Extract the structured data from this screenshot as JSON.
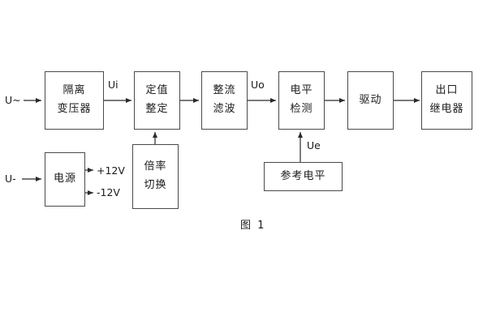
{
  "blocks": {
    "isolation_transformer": {
      "lines": [
        "隔离",
        "变压器"
      ]
    },
    "value_setting": {
      "lines": [
        "定值",
        "整定"
      ]
    },
    "rectify_filter": {
      "lines": [
        "整流",
        "滤波"
      ]
    },
    "level_detection": {
      "lines": [
        "电平",
        "检测"
      ]
    },
    "drive": {
      "lines": [
        "驱动"
      ]
    },
    "output_relay": {
      "lines": [
        "出口",
        "继电器"
      ]
    },
    "power_supply": {
      "lines": [
        "电源"
      ]
    },
    "ratio_switch": {
      "lines": [
        "倍率",
        "切换"
      ]
    },
    "reference_level": {
      "lines": [
        "参考电平"
      ]
    }
  },
  "signals": {
    "u_ac": "U~",
    "ui": "Ui",
    "uo": "Uo",
    "u_dc": "U-",
    "plus_12v": "+12V",
    "minus_12v": "-12V",
    "ue": "Ue"
  },
  "caption": "图 1",
  "colors": {
    "line": "#2a2a2a",
    "box_border": "#4a4a4a",
    "background": "#ffffff"
  }
}
